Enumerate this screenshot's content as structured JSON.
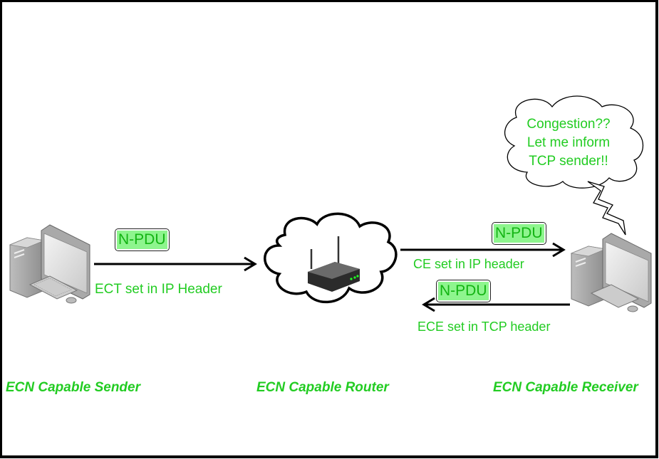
{
  "colors": {
    "text_green": "#22cc22",
    "pdu_fill": "#8ef58e",
    "pdu_text": "#13b413",
    "line": "#000000"
  },
  "nodes": {
    "sender": {
      "label": "ECN Capable Sender",
      "icon": "desktop-computer-icon"
    },
    "router": {
      "label": "ECN Capable Router",
      "icon": "wireless-router-icon"
    },
    "receiver": {
      "label": "ECN Capable Receiver",
      "icon": "desktop-computer-icon"
    }
  },
  "links": [
    {
      "from": "sender",
      "to": "router",
      "packet": "N-PDU",
      "caption": "ECT set in IP Header"
    },
    {
      "from": "router",
      "to": "receiver",
      "packet": "N-PDU",
      "caption": "CE set in IP header"
    },
    {
      "from": "receiver",
      "to": "router",
      "packet": "N-PDU",
      "caption": "ECE set in TCP header"
    }
  ],
  "thought_bubble": {
    "lines": [
      "Congestion??",
      "Let me inform",
      "TCP sender!!"
    ]
  }
}
